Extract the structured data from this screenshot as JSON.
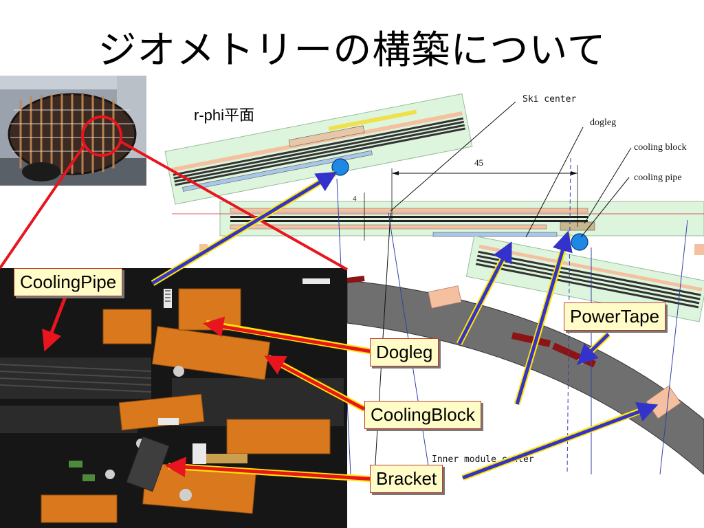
{
  "title": "ジオメトリーの構築について",
  "plane_label": "r-phi平面",
  "callouts": {
    "cooling_pipe": "CoolingPipe",
    "dogleg": "Dogleg",
    "cooling_block": "CoolingBlock",
    "bracket": "Bracket",
    "power_tape": "PowerTape"
  },
  "drawing_labels": {
    "ski_center": "Ski center",
    "dogleg": "dogleg",
    "cooling_block": "cooling block",
    "cooling_pipe": "cooling pipe",
    "dimension": "45",
    "dimension_small": "4",
    "inner_module": "Inner module center"
  },
  "colors": {
    "arrow_red": "#e8141e",
    "arrow_blue": "#3333cc",
    "arrow_yellow": "#ffe600",
    "callout_bg": "#fffcc8",
    "module_green": "#ddf5dc",
    "barrel_gray": "#6f6f6f",
    "tape_red": "#8c1414",
    "block_peach": "#f4c0a0",
    "pipe_blue": "#1e88e5"
  }
}
